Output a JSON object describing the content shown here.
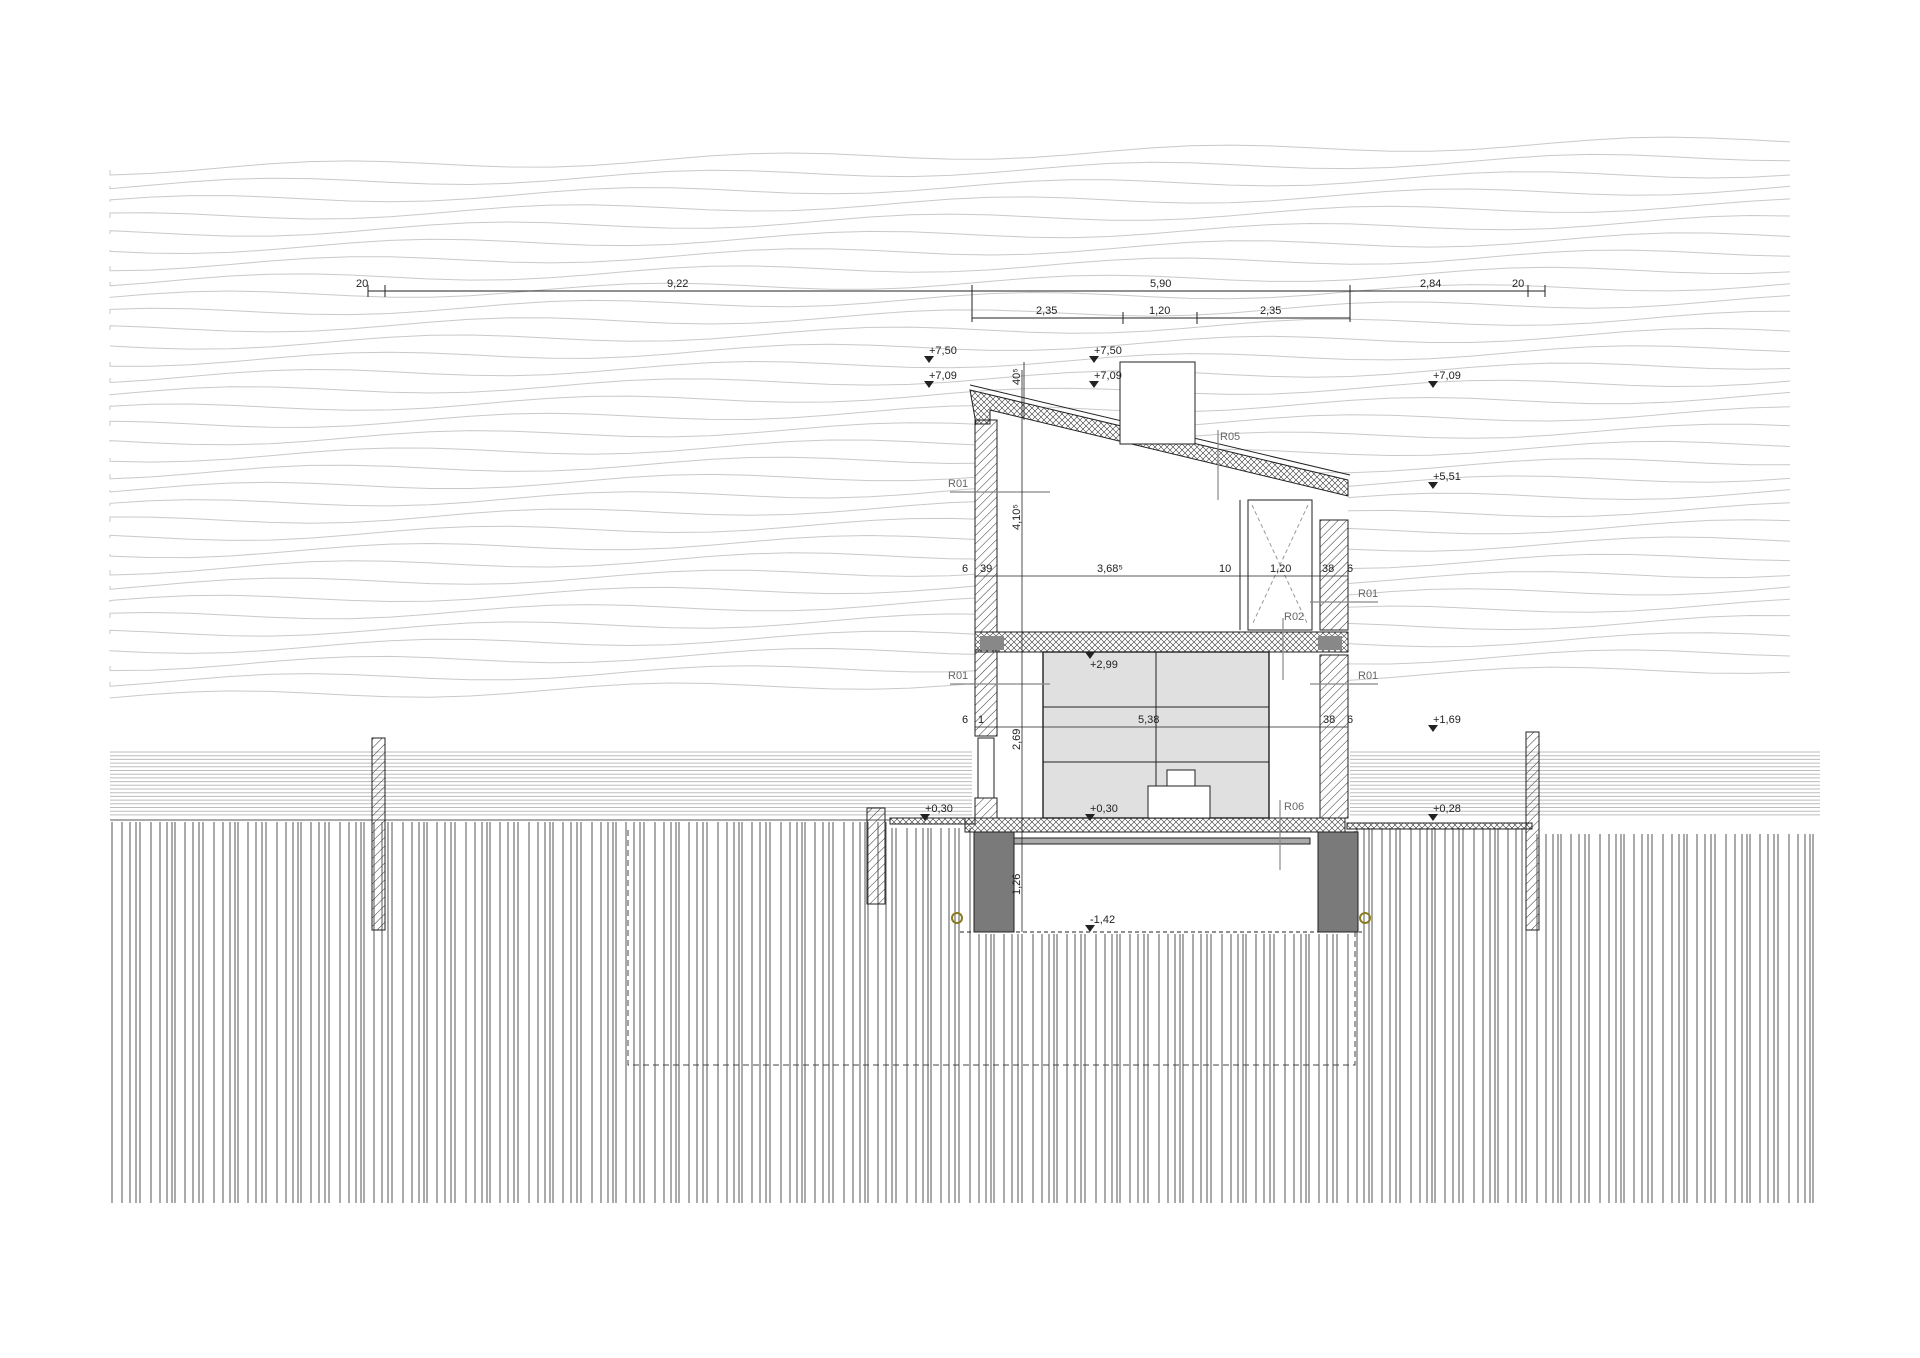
{
  "dimensions": {
    "overall": [
      "20",
      "9,22",
      "5,90",
      "2,84",
      "20"
    ],
    "sub": [
      "2,35",
      "1,20",
      "2,35"
    ],
    "upper_floor": [
      "6",
      "39",
      "3,68⁵",
      "10",
      "1,20",
      "38",
      "6"
    ],
    "lower_floor": [
      "6",
      "1",
      "5,38",
      "38",
      "6"
    ],
    "vertical": [
      "40⁵",
      "4,10⁵",
      "2,69",
      "1,26"
    ]
  },
  "levels": {
    "l1": "+7,50",
    "l2": "+7,09",
    "l3": "+7,50",
    "l4": "+7,09",
    "l5": "+7,09",
    "l6": "+5,51",
    "l7": "+2,99",
    "l8": "+1,69",
    "l9": "+0,30",
    "l10": "+0,30",
    "l11": "+0,28",
    "l12": "-1,42"
  },
  "references": {
    "r01a": "R01",
    "r01b": "R01",
    "r01c": "R01",
    "r01d": "R01",
    "r02": "R02",
    "r05": "R05",
    "r06": "R06"
  },
  "colors": {
    "line": "#222222",
    "hatch_sky": "#c9c9c9",
    "wall_grey": "#7a7a7a",
    "glass_grey": "#e0e0e0",
    "accent_marker": "#8a7a20"
  }
}
